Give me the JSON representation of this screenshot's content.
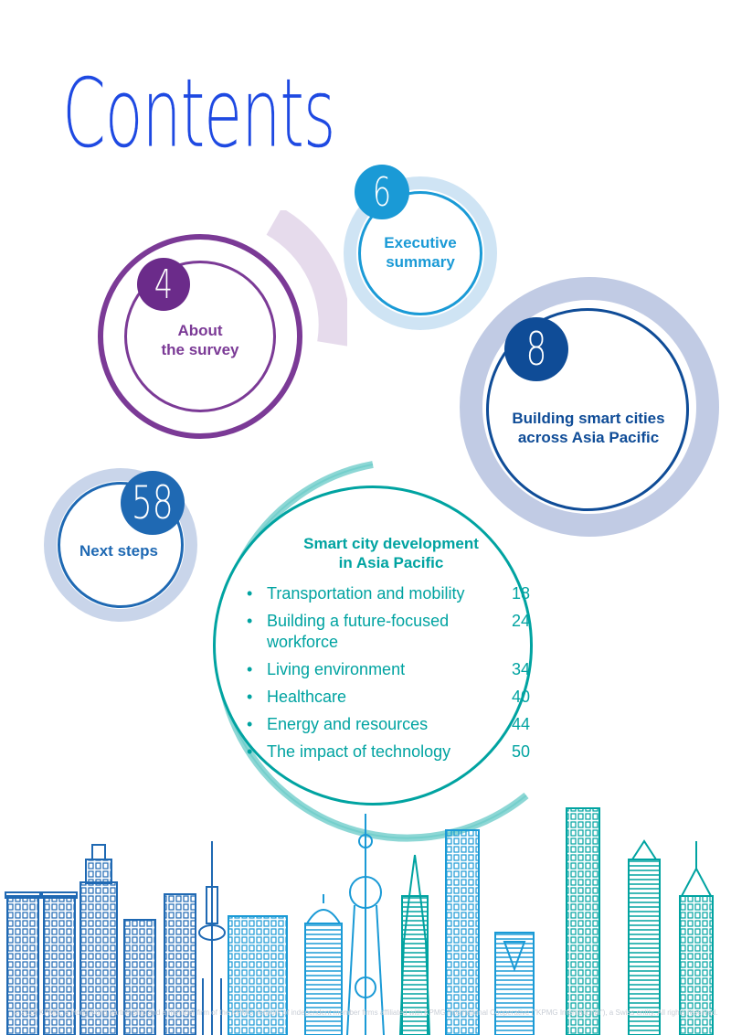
{
  "page": {
    "title": "Contents"
  },
  "sections": {
    "executive_summary": {
      "number": "6",
      "label_line1": "Executive",
      "label_line2": "summary"
    },
    "about_survey": {
      "number": "4",
      "label_line1": "About",
      "label_line2": "the survey"
    },
    "building": {
      "number": "8",
      "label_line1": "Building smart cities",
      "label_line2": "across Asia Pacific"
    },
    "next_steps": {
      "number": "58",
      "label": "Next steps"
    },
    "smart_city": {
      "title_line1": "Smart city development",
      "title_line2": "in Asia Pacific",
      "bullet": "•",
      "items": [
        {
          "label": "Transportation and mobility",
          "page": "18"
        },
        {
          "label": "Building a future-focused workforce",
          "page": "24"
        },
        {
          "label": "Living environment",
          "page": "34"
        },
        {
          "label": "Healthcare",
          "page": "40"
        },
        {
          "label": "Energy and resources",
          "page": "44"
        },
        {
          "label": "The impact of technology",
          "page": "50"
        }
      ]
    }
  },
  "footer": {
    "text": "© 2018 KPMG, a Hong Kong partnership and a member firm of the KPMG network of independent member firms affiliated with KPMG International Cooperative (\"KPMG International\"), a Swiss entity. All rights reserved."
  },
  "colors": {
    "title_blue": "#1e49e2",
    "purple": "#7b3a96",
    "purple_light": "#e6dbec",
    "cyan": "#1a9ad6",
    "cyan_light": "#cfe4f4",
    "navy": "#0f4c97",
    "navy_light": "#c1cbe4",
    "mid_blue": "#1f69b3",
    "teal": "#00a3a1",
    "teal_light": "#8dd7d5"
  }
}
